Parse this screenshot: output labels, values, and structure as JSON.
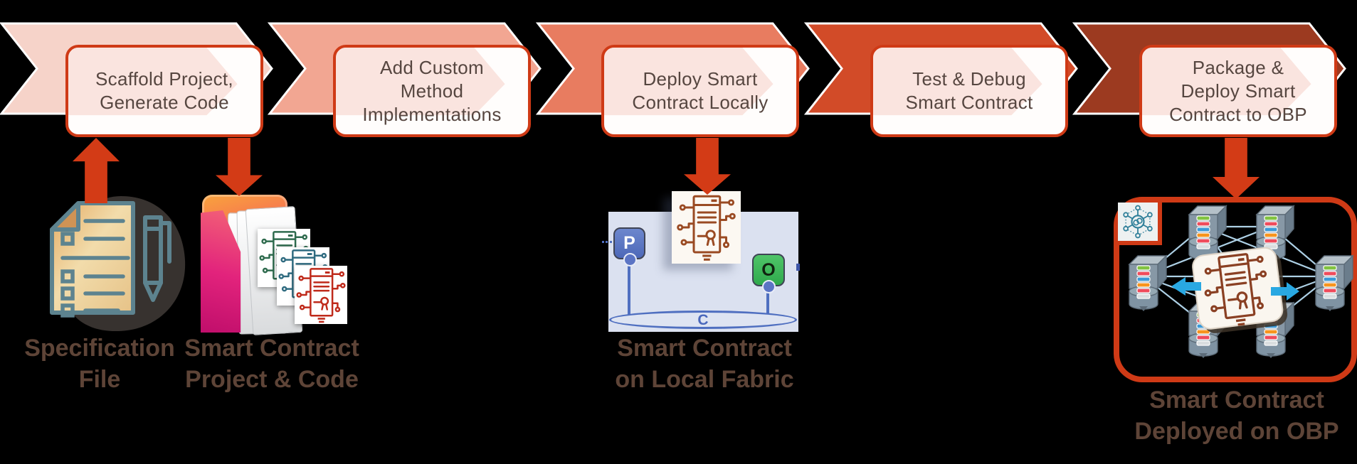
{
  "steps": [
    {
      "label": "Scaffold Project,\nGenerate Code",
      "chevron_color": "#f6d3c9"
    },
    {
      "label": "Add Custom\nMethod\nImplementations",
      "chevron_color": "#f2a692"
    },
    {
      "label": "Deploy Smart\nContract Locally",
      "chevron_color": "#e87c60"
    },
    {
      "label": "Test & Debug\nSmart Contract",
      "chevron_color": "#d24b28"
    },
    {
      "label": "Package &\nDeploy Smart\nContract to OBP",
      "chevron_color": "#9c3a20"
    }
  ],
  "captions": {
    "specification": "Specification\nFile",
    "project": "Smart Contract\nProject & Code",
    "fabric": "Smart Contract\non Local Fabric",
    "obp": "Smart Contract\nDeployed on OBP"
  },
  "fabric_nodes": {
    "peer": "P",
    "orderer": "O",
    "channel": "C"
  },
  "icons": {
    "spec-file-icon": "checklist-document-with-pen",
    "project-folder-icon": "folder-with-code-files",
    "contract-doc-icon": "certificate-circuit-document",
    "blockchain-badge-icon": "linked-nodes-hexagon",
    "server-node-icon": "cube-over-database-cylinder"
  },
  "colors": {
    "background": "#000000",
    "step_border": "#cf3a16",
    "step_text": "#564640",
    "arrow": "#d33b16",
    "caption_text": "#5e4437",
    "fabric_bg": "#dbe1f0",
    "fabric_line": "#4f6fc0",
    "peer_fill": "#5b74c4",
    "orderer_fill": "#3fb95a",
    "obp_border": "#cf3a16",
    "network_line": "#b7dcf2",
    "contract_brown": "#8a4023",
    "badge_teal": "#2f7f99"
  }
}
